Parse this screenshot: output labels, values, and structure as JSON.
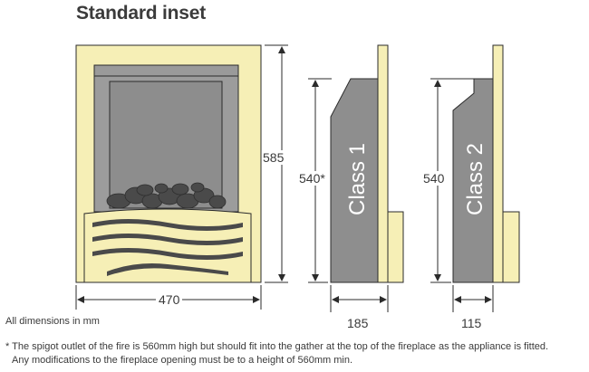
{
  "title": "Standard inset",
  "dimensions": {
    "front_height": "585",
    "front_width": "470",
    "class1_height": "540*",
    "class1_depth": "185",
    "class2_height": "540",
    "class2_depth": "115"
  },
  "labels": {
    "class1": "Class 1",
    "class2": "Class 2"
  },
  "units_note": "All dimensions in mm",
  "footnote": {
    "line1": "* The spigot outlet of the fire is 560mm high but should fit into the gather at the top of the fireplace as the appliance is fitted.",
    "line2": "Any modifications to the fireplace opening must be to a height of 560mm min."
  },
  "colors": {
    "trim": "#f6efb6",
    "body_grey": "#8e8e8e",
    "outline": "#2b2b2b",
    "coal": "#4a4a4a"
  }
}
